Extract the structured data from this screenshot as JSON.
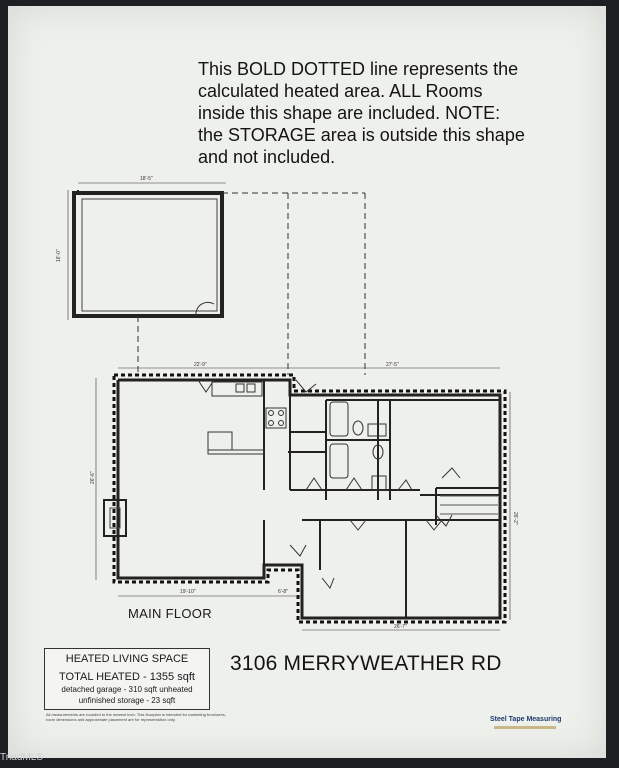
{
  "note": "This BOLD DOTTED line represents the\ncalculated heated area. ALL Rooms\ninside this shape are included. NOTE:\nthe STORAGE area is outside this shape\nand not included.",
  "floor_label": "MAIN FLOOR",
  "address": "3106 MERRYWEATHER RD",
  "infobox": {
    "title": "HEATED LIVING SPACE",
    "total": "TOTAL HEATED - 1355 sqft",
    "garage": "detached garage - 310 sqft unheated",
    "storage": "unfinished storage - 23 sqft"
  },
  "disclaimer": "All measurements are rounded to the nearest inch. This floorplan is intended for marketing brochures, room dimensions and approximate placement are for representation only.",
  "brand": "Steel Tape Measuring",
  "watermark": "TriadMLS",
  "dimensions": {
    "garage_width": "18'-5\"",
    "garage_depth": "16'-0\"",
    "left_width": "22'-9\"",
    "right_width": "27'-5\"",
    "left_depth": "26'-6\"",
    "right_depth": "26'-2\"",
    "bottom_left": "19'-10\"",
    "bottom_step": "6'-8\"",
    "bottom_right": "26'-7\""
  }
}
